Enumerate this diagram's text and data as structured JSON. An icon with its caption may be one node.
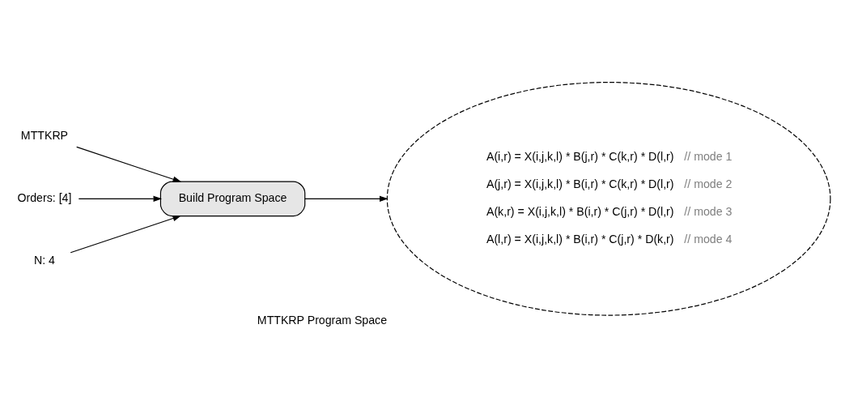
{
  "diagram": {
    "nodes": [
      {
        "text": [
          "MTTKRP"
        ]
      },
      {
        "text": [
          "Orders: [4]"
        ]
      },
      {
        "text": [
          "N: 4"
        ]
      },
      {
        "text": [
          "Build Program Space"
        ]
      },
      {
        "text": [
          "A(i,r) = X(i,j,k,l) * B(j,r) * C(k,r) * D(l,r)",
          "// mode 1",
          "A(j,r) = X(i,j,k,l) * B(i,r) * C(k,r) * D(l,r)",
          "// mode 2",
          "A(k,r) = X(i,j,k,l) * B(i,r) * C(j,r) * D(l,r)",
          "// mode 3",
          "A(l,r) = X(i,j,k,l) * B(i,r) * C(j,r) * D(k,r)",
          "// mode 4"
        ],
        "beside": [
          "MTTKRP Program Space"
        ]
      }
    ],
    "edges": [
      {
        "from": 0,
        "to": 3,
        "arrow": "to"
      },
      {
        "from": 1,
        "to": 3,
        "arrow": "to"
      },
      {
        "from": 2,
        "to": 3,
        "arrow": "to"
      },
      {
        "from": 3,
        "to": 4,
        "arrow": "to"
      }
    ]
  }
}
